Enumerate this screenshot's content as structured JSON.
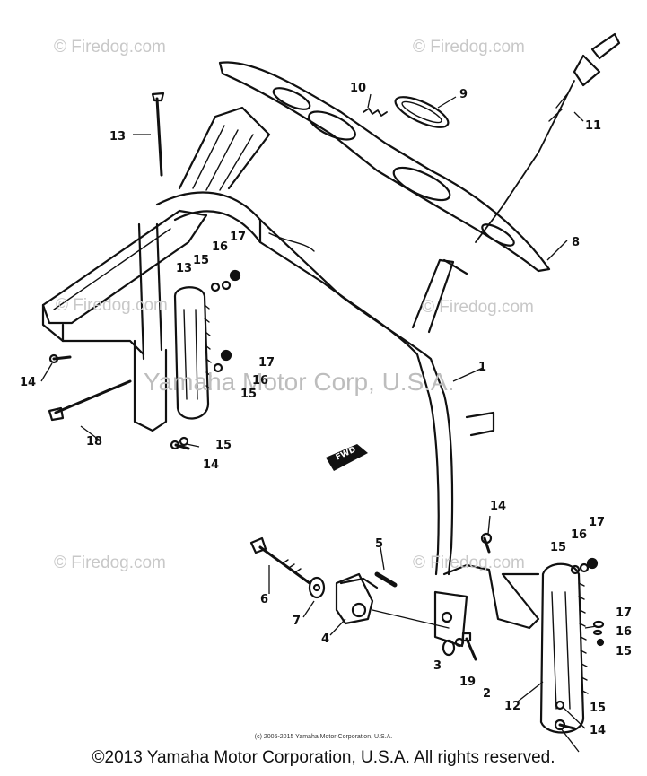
{
  "watermarks": {
    "top_left": "© Firedog.com",
    "top_right": "© Firedog.com",
    "mid_left": "© Firedog.com",
    "mid_right": "© Firedog.com",
    "bottom_left": "© Firedog.com",
    "bottom_right": "© Firedog.com",
    "center": "Yamaha Motor Corp, U.S.A."
  },
  "stamp_label": "FWD",
  "callouts": {
    "c1": "1",
    "c2": "2",
    "c3": "3",
    "c4": "4",
    "c5": "5",
    "c6": "6",
    "c7": "7",
    "c8": "8",
    "c9": "9",
    "c10": "10",
    "c11": "11",
    "c12": "12",
    "c13a": "13",
    "c13b": "13",
    "c14a": "14",
    "c14b": "14",
    "c14c": "14",
    "c14d": "14",
    "c15a": "15",
    "c15b": "15",
    "c15c": "15",
    "c15d": "15",
    "c15e": "15",
    "c15f": "15",
    "c16a": "16",
    "c16b": "16",
    "c16c": "16",
    "c16d": "16",
    "c17a": "17",
    "c17b": "17",
    "c17c": "17",
    "c17d": "17",
    "c18a": "18",
    "c19": "19"
  },
  "small_copyright": "(c) 2005-2015 Yamaha Motor Corporation, U.S.A.",
  "footer": "©2013 Yamaha Motor Corporation, U.S.A. All rights reserved."
}
